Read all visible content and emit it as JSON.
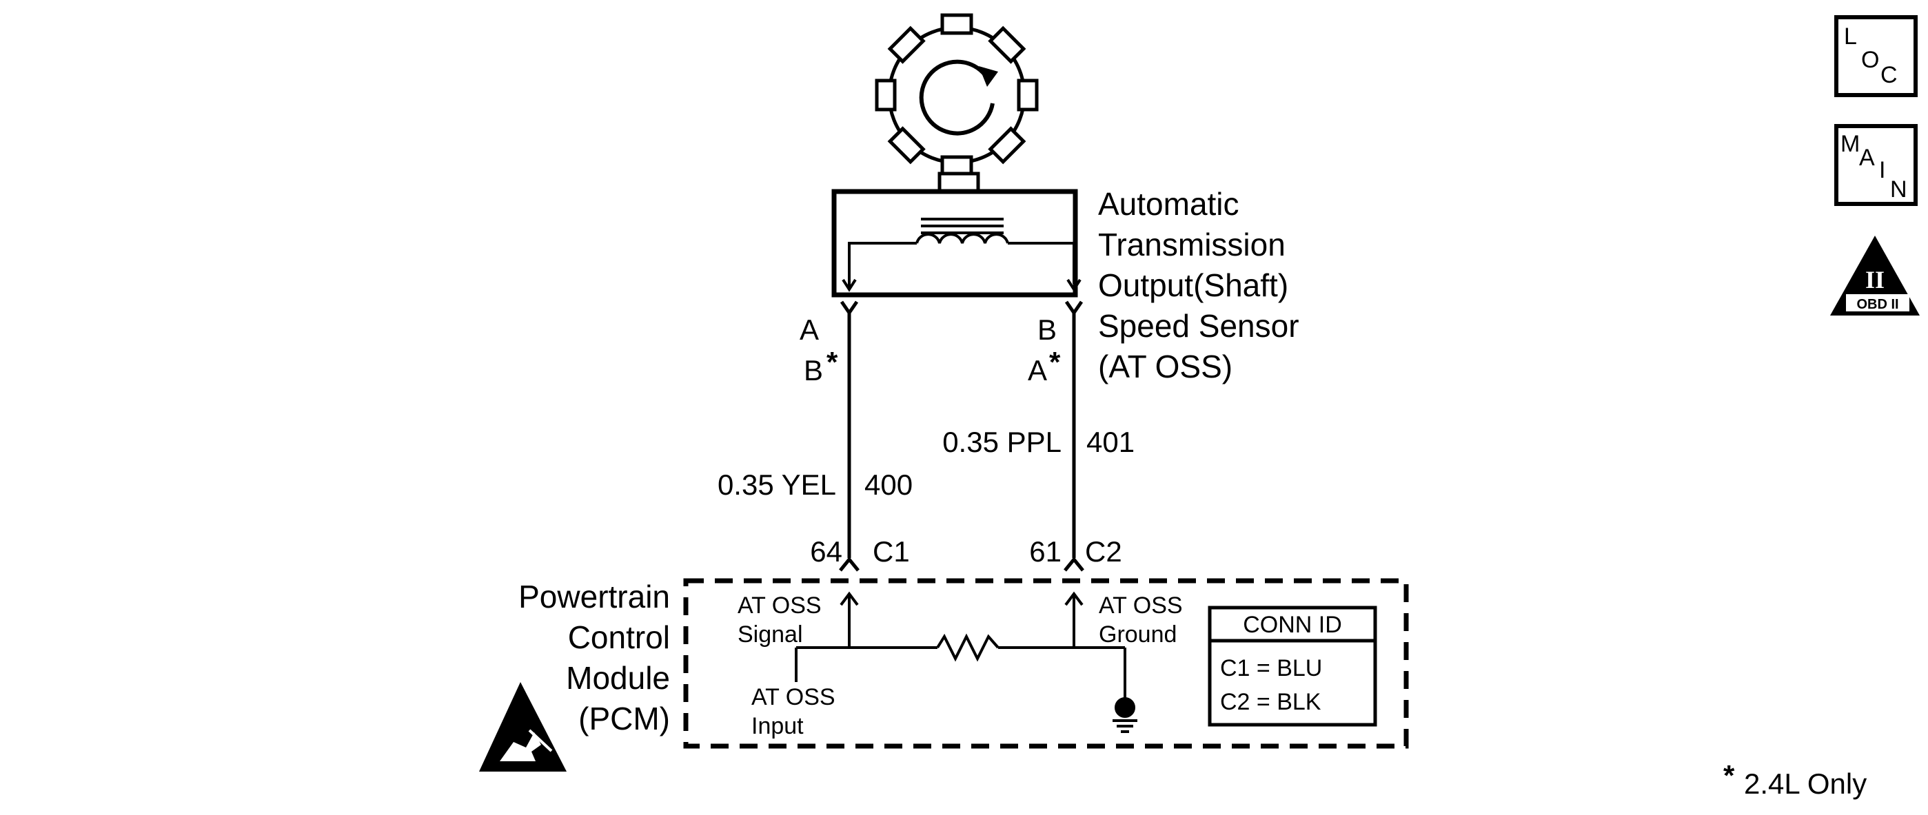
{
  "sensor": {
    "name_lines": [
      "Automatic",
      "Transmission",
      "Output(Shaft)",
      "Speed Sensor",
      "(AT OSS)"
    ],
    "left_pin": "A",
    "left_pin_alt": "B",
    "right_pin": "B",
    "right_pin_alt": "A",
    "asterisk": "*"
  },
  "wires": {
    "left": {
      "gauge_color": "0.35 YEL",
      "circuit": "400",
      "pin": "64",
      "connector": "C1"
    },
    "right": {
      "gauge_color": "0.35 PPL",
      "circuit": "401",
      "pin": "61",
      "connector": "C2"
    }
  },
  "pcm": {
    "name_lines": [
      "Powertrain",
      "Control",
      "Module",
      "(PCM)"
    ],
    "signal_label": [
      "AT OSS",
      "Signal"
    ],
    "ground_label": [
      "AT OSS",
      "Ground"
    ],
    "input_label": [
      "AT OSS",
      "Input"
    ]
  },
  "conn_id": {
    "title": "CONN ID",
    "rows": [
      "C1 = BLU",
      "C2 = BLK"
    ]
  },
  "icons": {
    "loc": {
      "big": "L",
      "small": "O",
      "small2": "C"
    },
    "main": {
      "l1": "M",
      "l2": "A",
      "l3": "I",
      "l4": "N"
    },
    "obd": {
      "numeral": "II",
      "label": "OBD II"
    }
  },
  "footnote": {
    "asterisk": "*",
    "text": "2.4L Only"
  }
}
